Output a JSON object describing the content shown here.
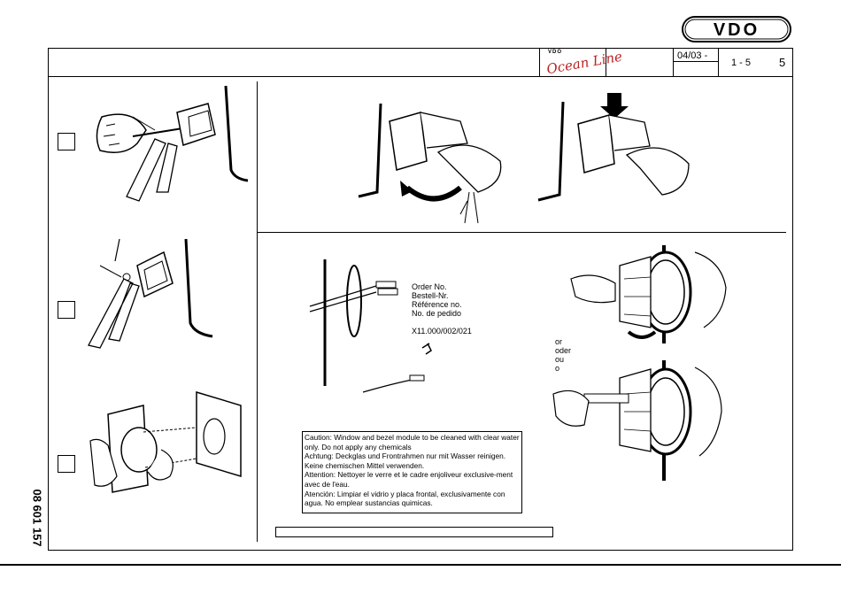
{
  "brand": {
    "logo_text": "VDO",
    "product_line_prefix": "VDO",
    "product_line_name": "Ocean Line"
  },
  "header": {
    "date": "04/03 -",
    "page_range": "1 - 5",
    "page_number": "5"
  },
  "document_number": "08 601 157",
  "order_info": {
    "labels": [
      "Order No.",
      "Bestell-Nr.",
      "Référence no.",
      "No. de pedido"
    ],
    "part_number": "X11.000/002/021"
  },
  "alternatives": [
    "or",
    "oder",
    "ou",
    "o"
  ],
  "caution": [
    "Caution: Window and bezel module to be cleaned with clear water only. Do not apply any chemicals",
    "Achtung: Deckglas und Frontrahmen nur mit Wasser reinigen. Keine chemischen Mittel verwenden.",
    "Attention: Nettoyer le verre et le cadre enjoliveur exclusive-ment avec de l'eau.",
    "Atención: Limpiar el vidrio y placa frontal, exclusivamente con agua. No emplear sustancias quimicas."
  ]
}
